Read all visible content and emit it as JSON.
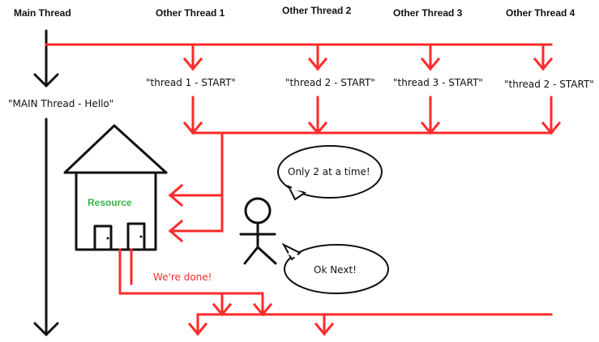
{
  "headers": {
    "main": "Main Thread",
    "t1": "Other Thread 1",
    "t2": "Other Thread 2",
    "t3": "Other Thread 3",
    "t4": "Other Thread 4"
  },
  "labels": {
    "main_hello": "\"MAIN Thread - Hello\"",
    "t1_start": "\"thread 1 - START\"",
    "t2_start": "\"thread 2 - START\"",
    "t3_start": "\"thread 3 - START\"",
    "t4_start": "\"thread 2 - START\""
  },
  "resource": {
    "label": "Resource"
  },
  "bubbles": {
    "only2": "Only 2 at a time!",
    "oknext": "Ok Next!"
  },
  "done": "We're done!",
  "colors": {
    "arrow_red": "#ff2a2a",
    "line_black": "#111111",
    "resource_green": "#3cb44b"
  }
}
